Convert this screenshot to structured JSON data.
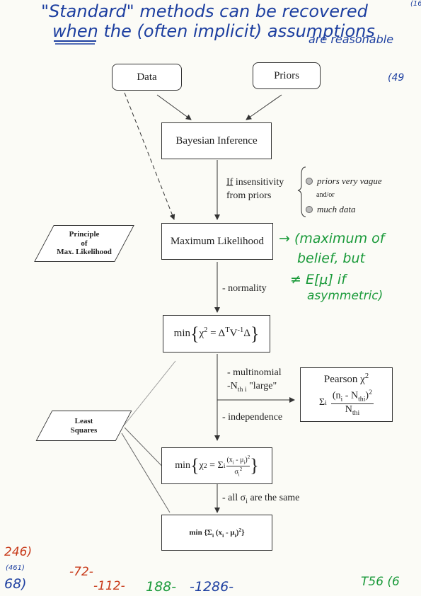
{
  "annotations": {
    "top_line1": "\"Standard\" methods can be recovered",
    "top_line2": "when the (often implicit) assumptions",
    "top_line3": "are reasonable",
    "corner_top": "(16",
    "right_mark": "(49",
    "max_like_note1": "→ (maximum of",
    "max_like_note2": "belief, but",
    "max_like_note3": "≠ E[μ] if",
    "max_like_note4": "asymmetric)",
    "bottom_red1": "246)",
    "bottom_blue1": "(461)",
    "bottom_blue2": "68)",
    "bottom_red2": "-72-",
    "bottom_red3": "-112-",
    "bottom_green1": "188-",
    "bottom_blue3": "-1286-",
    "bottom_green2": "T56 (6"
  },
  "nodes": {
    "data": "Data",
    "priors": "Priors",
    "bayes": "Bayesian Inference",
    "max_like": "Maximum Likelihood",
    "principle": "Principle of Max. Likelihood",
    "principle_l1": "Principle",
    "principle_l2": "of",
    "principle_l3": "Max. Likelihood",
    "least_l1": "Least",
    "least_l2": "Squares",
    "pearson_title": "Pearson χ",
    "pearson_exp": "2"
  },
  "edges": {
    "if_word": "If",
    "insensitivity": "insensitivity",
    "from_priors": "from priors",
    "cond1": "priors very vague",
    "andor": "and/or",
    "cond2": "much data",
    "normality": "- normality",
    "multinomial": "- multinomial",
    "nth_large": "\"large\"",
    "independence": "- independence",
    "all_same_prefix": "- all σ",
    "all_same_suffix": " are the same"
  }
}
